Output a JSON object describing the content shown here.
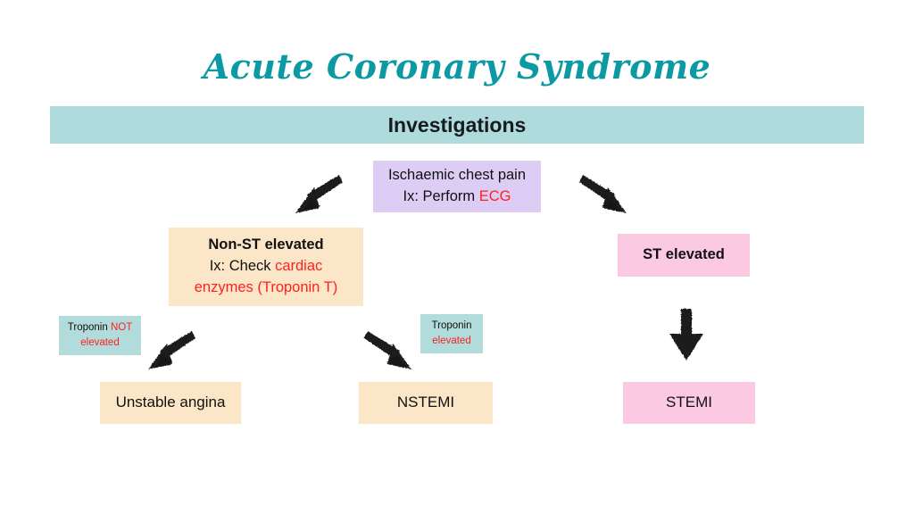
{
  "title": "Acute Coronary Syndrome",
  "section": {
    "label": "Investigations",
    "color": "#afdbdd"
  },
  "colors": {
    "title_teal": "#0b9aa4",
    "header_teal": "#afdbdd",
    "lavender": "#ddcdf5",
    "peach": "#fce6c8",
    "pink": "#fcc9e3",
    "small_teal": "#b2dcdc",
    "accent_red": "#ff2020",
    "text": "#111111",
    "arrow": "#1a1a1a",
    "background": "#ffffff"
  },
  "nodes": {
    "chest_pain": {
      "line1": "Ischaemic chest pain",
      "line2_plain": "Ix: Perform ",
      "line2_red": "ECG",
      "color": "#ddcdf5"
    },
    "non_st_elevated": {
      "line1": "Non-ST elevated",
      "line2_plain": "Ix: Check ",
      "line2_red": "cardiac",
      "line3_red": "enzymes (Troponin T)",
      "color": "#fce6c8"
    },
    "st_elevated": {
      "line1": "ST elevated",
      "color": "#fcc9e3"
    },
    "troponin_not_elevated": {
      "line1_plain": "Troponin ",
      "line1_red": "NOT",
      "line2_red": "elevated",
      "color": "#b2dcdc"
    },
    "troponin_elevated": {
      "line1_plain": "Troponin",
      "line2_red": "elevated",
      "color": "#b2dcdc"
    },
    "unstable_angina": {
      "line1": "Unstable angina",
      "color": "#fce6c8"
    },
    "nstemi": {
      "line1": "NSTEMI",
      "color": "#fce6c8"
    },
    "stemi": {
      "line1": "STEMI",
      "color": "#fcc9e3"
    }
  },
  "arrows": [
    {
      "name": "arrow-to-non-st-elevated",
      "direction": "down-left",
      "from": "chest_pain",
      "to": "non_st_elevated"
    },
    {
      "name": "arrow-to-st-elevated",
      "direction": "down-right",
      "from": "chest_pain",
      "to": "st_elevated"
    },
    {
      "name": "arrow-to-unstable-angina",
      "direction": "down-left",
      "from": "non_st_elevated",
      "to": "unstable_angina"
    },
    {
      "name": "arrow-to-nstemi",
      "direction": "down-right",
      "from": "non_st_elevated",
      "to": "nstemi"
    },
    {
      "name": "arrow-to-stemi",
      "direction": "down",
      "from": "st_elevated",
      "to": "stemi"
    }
  ]
}
